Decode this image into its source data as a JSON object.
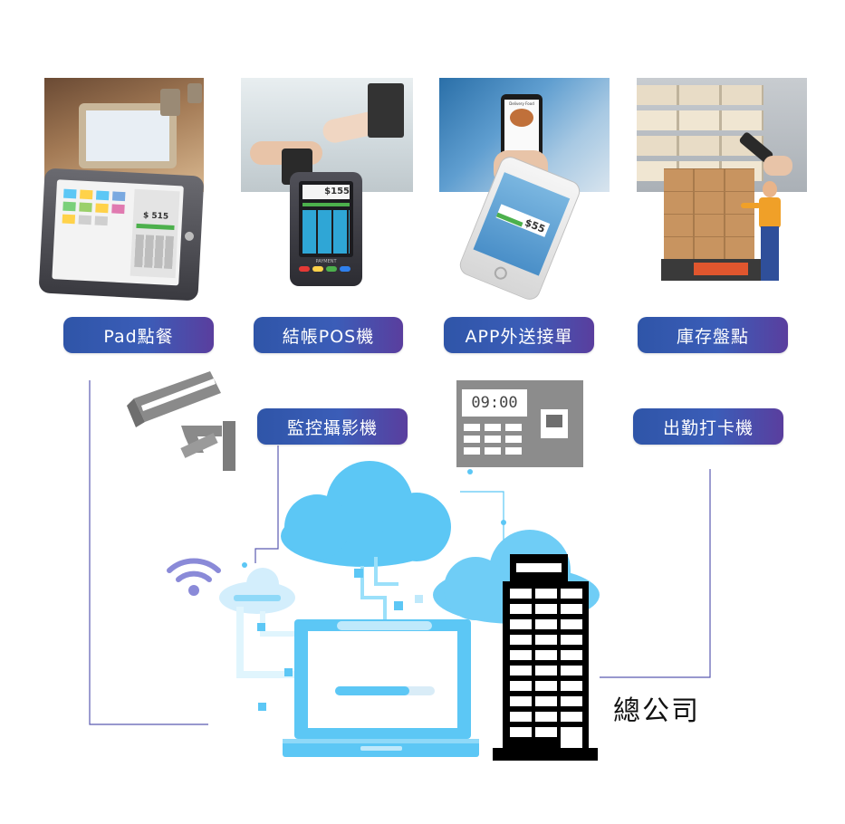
{
  "labels": {
    "pad_ordering": "Pad點餐",
    "pos_checkout": "結帳POS機",
    "app_delivery": "APP外送接單",
    "inventory": "庫存盤點",
    "cctv": "監控攝影機",
    "time_clock": "出勤打卡機",
    "headquarters": "總公司"
  },
  "screens": {
    "pad_amount": "$ 515",
    "pos_amount": "$155",
    "pos_brand": "PAYMENT",
    "phone_amount": "$55",
    "phone_app_title": "Delivery Food",
    "clock_time": "09:00"
  },
  "colors": {
    "pill_start": "#2f55a8",
    "pill_end": "#5a3e9e",
    "cloud": "#5cc7f5",
    "line": "#4a4aa0",
    "accent_line": "#7fd6f7"
  }
}
